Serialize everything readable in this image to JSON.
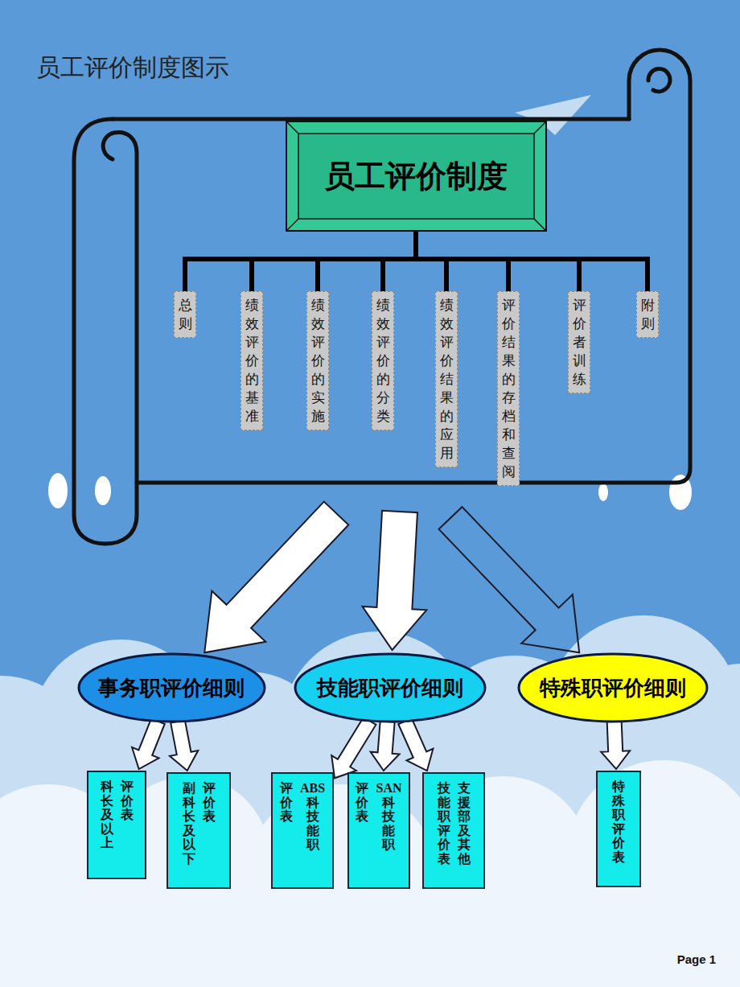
{
  "diagram": {
    "title": "员工评价制度图示",
    "nodes": [
      {
        "text": [
          "员工评价制度"
        ]
      },
      {
        "text": [
          "总则"
        ]
      },
      {
        "text": [
          "绩效评价的基准"
        ]
      },
      {
        "text": [
          "绩效评价的实施"
        ]
      },
      {
        "text": [
          "绩效评价的分类"
        ]
      },
      {
        "text": [
          "绩效评价结果的应用"
        ]
      },
      {
        "text": [
          "评价结果的存档和查阅"
        ]
      },
      {
        "text": [
          "评价者训练"
        ]
      },
      {
        "text": [
          "附则"
        ]
      },
      {
        "text": [
          "事务职评价细则"
        ]
      },
      {
        "text": [
          "技能职评价细则"
        ]
      },
      {
        "text": [
          "特殊职评价细则"
        ]
      },
      {
        "text": [
          "科长及以上评价表"
        ]
      },
      {
        "text": [
          "副科长及以下评价表"
        ]
      },
      {
        "text": [
          "ABS科技能职评价表"
        ]
      },
      {
        "text": [
          "SAN科技能职评价表"
        ]
      },
      {
        "text": [
          "支援部及其他技能职评价表"
        ]
      },
      {
        "text": [
          "特殊职评价表"
        ]
      }
    ],
    "edges": [
      {
        "from": 0,
        "to": 1,
        "arrow": "none"
      },
      {
        "from": 0,
        "to": 2,
        "arrow": "none"
      },
      {
        "from": 0,
        "to": 3,
        "arrow": "none"
      },
      {
        "from": 0,
        "to": 4,
        "arrow": "none"
      },
      {
        "from": 0,
        "to": 5,
        "arrow": "none"
      },
      {
        "from": 0,
        "to": 6,
        "arrow": "none"
      },
      {
        "from": 0,
        "to": 7,
        "arrow": "none"
      },
      {
        "from": 0,
        "to": 8,
        "arrow": "none"
      },
      {
        "from": 0,
        "to": 9,
        "arrow": "to"
      },
      {
        "from": 0,
        "to": 10,
        "arrow": "to"
      },
      {
        "from": 0,
        "to": 11,
        "arrow": "to"
      },
      {
        "from": 9,
        "to": 12,
        "arrow": "to"
      },
      {
        "from": 9,
        "to": 13,
        "arrow": "to"
      },
      {
        "from": 10,
        "to": 14,
        "arrow": "to"
      },
      {
        "from": 10,
        "to": 15,
        "arrow": "to"
      },
      {
        "from": 10,
        "to": 16,
        "arrow": "to"
      },
      {
        "from": 11,
        "to": 17,
        "arrow": "to"
      }
    ],
    "labels": [
      "Page 1"
    ]
  }
}
